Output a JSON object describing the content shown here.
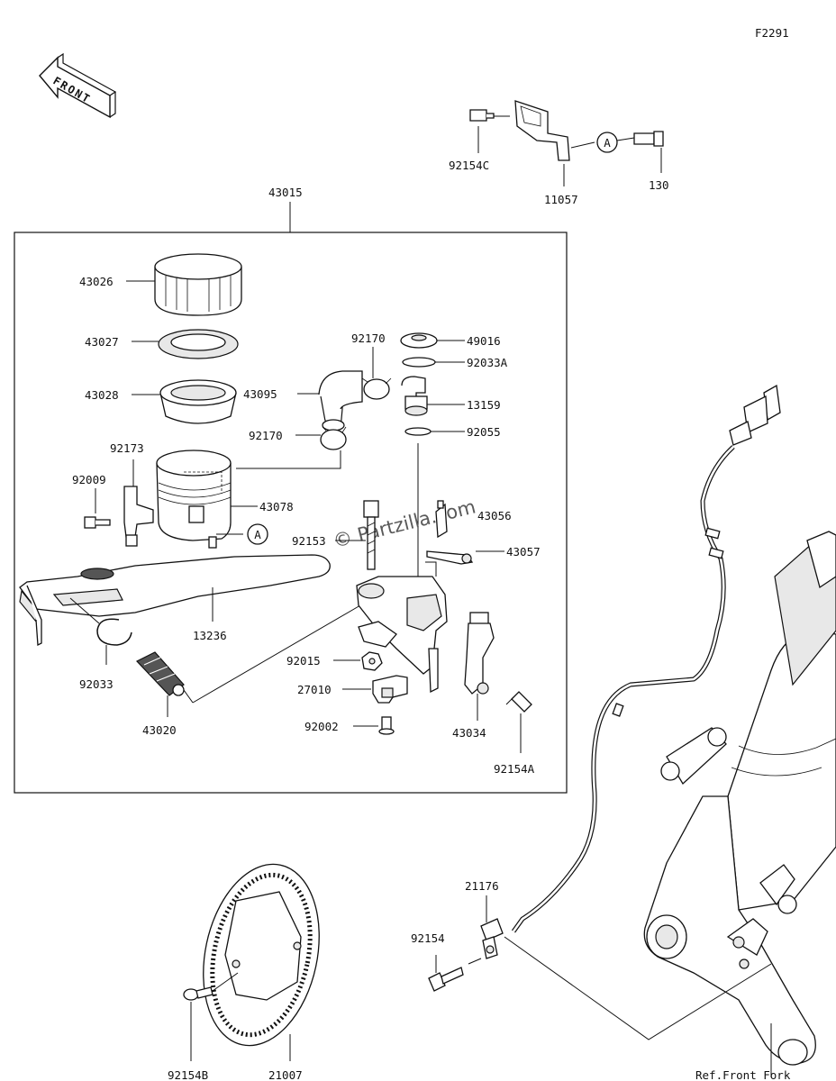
{
  "diagram_code": "F2291",
  "front_arrow_text": "FRONT",
  "watermark": "© Partzilla.com",
  "assembly_label": "43015",
  "callout_letter": "A",
  "reference_label": "Ref.Front Fork",
  "parts": {
    "p43026": "43026",
    "p43027": "43027",
    "p43028": "43028",
    "p92173": "92173",
    "p92009": "92009",
    "p43078": "43078",
    "p92170a": "92170",
    "p43095": "43095",
    "p92170b": "92170",
    "p49016": "49016",
    "p92033A": "92033A",
    "p13159": "13159",
    "p92055": "92055",
    "p43056": "43056",
    "p92153": "92153",
    "p43057": "43057",
    "p13236": "13236",
    "p92033": "92033",
    "p43020": "43020",
    "p92015": "92015",
    "p27010": "27010",
    "p92002": "92002",
    "p43034": "43034",
    "p92154A": "92154A",
    "p92154C": "92154C",
    "p11057": "11057",
    "p130": "130",
    "p21176": "21176",
    "p92154": "92154",
    "p92154B": "92154B",
    "p21007": "21007"
  }
}
